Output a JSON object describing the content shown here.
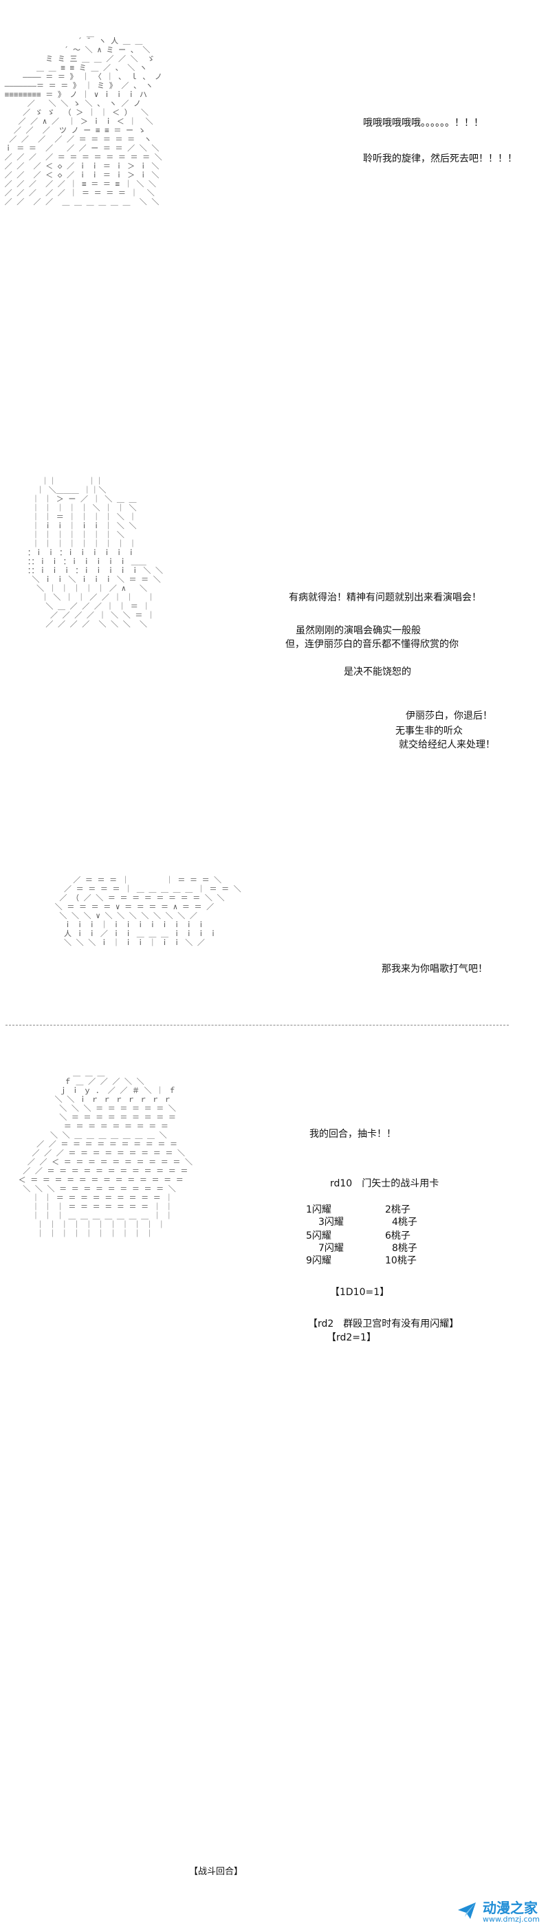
{
  "panel1": {
    "lines": [
      "哦哦哦哦哦哦。。。。。。！！！",
      "聆听我的旋律，然后死去吧！！！！"
    ]
  },
  "panel2": {
    "lines": [
      "有病就得治！精神有问题就别出来看演唱会！",
      "虽然刚刚的演唱会确实一般般",
      "但，连伊丽莎白的音乐都不懂得欣赏的你",
      "是决不能饶恕的",
      "伊丽莎白，你退后！",
      "无事生非的听众",
      "就交给经纪人来处理！"
    ]
  },
  "panel3": {
    "lines": [
      "那我来为你唱歌打气吧！"
    ]
  },
  "panel4": {
    "lines": [
      "我的回合，抽卡！！",
      "rd10　门矢士的战斗用卡",
      "1闪耀",
      "2桃子",
      "3闪耀",
      "4桃子",
      "5闪耀",
      "6桃子",
      "7闪耀",
      "8桃子",
      "9闪耀",
      "10桃子",
      "【1D10=1】",
      "【rd2　群殴卫宫时有没有用闪耀】",
      "【rd2=1】",
      "【战斗回合】"
    ]
  },
  "watermark": {
    "title": "动漫之家",
    "url": "www.dmzj.com",
    "logo_icon": "paper-plane-icon",
    "color": "#1f8dd6"
  }
}
